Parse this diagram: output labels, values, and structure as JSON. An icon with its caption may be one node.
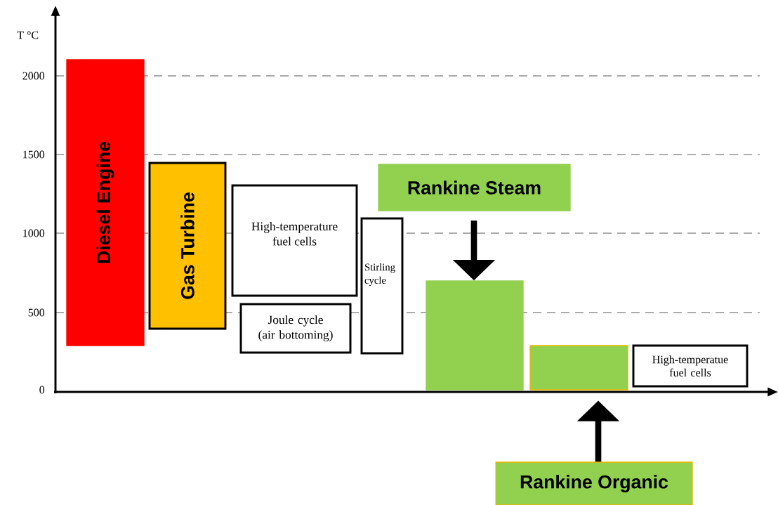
{
  "diagram": {
    "nodes": [
      {
        "text": [
          "Diesel Engine"
        ]
      },
      {
        "text": [
          "Gas Turbine"
        ]
      },
      {
        "text": [
          "High-temperature fuel cells"
        ]
      },
      {
        "text": [
          "Joule cycle (air bottoming)"
        ]
      },
      {
        "text": [
          "Stirling cycle"
        ]
      },
      {
        "text": [
          "Rankine Steam"
        ]
      },
      {
        "text": [],
        "shape": "bar"
      },
      {
        "text": [],
        "shape": "bar"
      },
      {
        "text": [
          "High-temperatue fuel cells"
        ]
      },
      {
        "text": [
          "Rankine Organic"
        ]
      }
    ],
    "edges": [
      {
        "from": 5,
        "to": 6,
        "arrow": "to"
      },
      {
        "from": 9,
        "to": 7,
        "arrow": "to"
      }
    ],
    "labels": [
      "T °C",
      "2000",
      "1500",
      "1000",
      "500",
      "0"
    ]
  }
}
